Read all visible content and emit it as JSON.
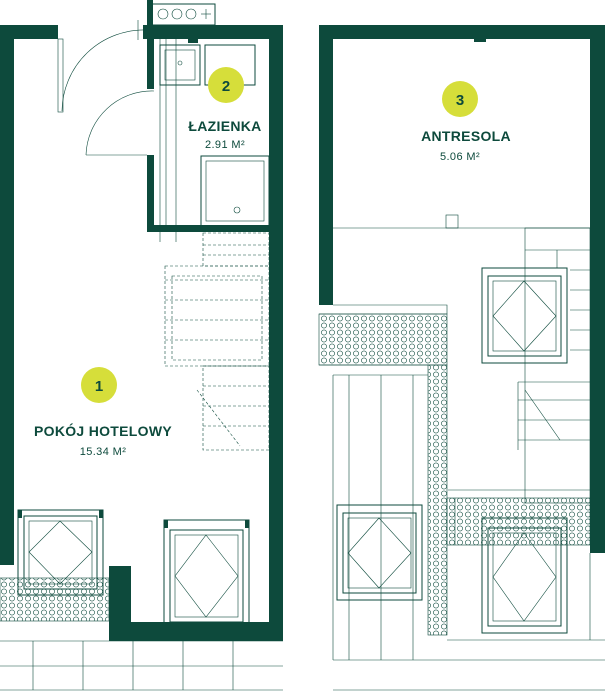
{
  "colors": {
    "wall": "#0d4a3c",
    "badge": "#d6de3a",
    "background": "#ffffff"
  },
  "rooms": [
    {
      "number": "1",
      "name": "POKÓJ HOTELOWY",
      "area": "15.34 M²"
    },
    {
      "number": "2",
      "name": "ŁAZIENKA",
      "area": "2.91 M²"
    },
    {
      "number": "3",
      "name": "ANTRESOLA",
      "area": "5.06 M²"
    }
  ]
}
